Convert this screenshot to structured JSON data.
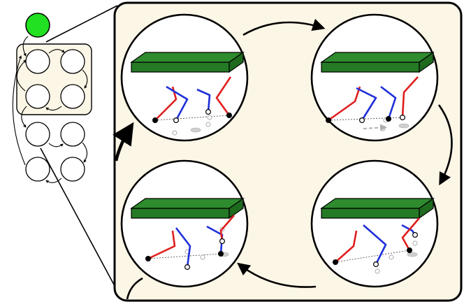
{
  "colors": {
    "start_node": "#22e022",
    "panel_fill": "#fcf6e6",
    "panel_stroke": "#000000",
    "body_top": "#2e8b2e",
    "body_side": "#1e6b1e",
    "body_front": "#257a25",
    "leg_red": "#e01e1e",
    "leg_blue": "#1f2fd8",
    "ghost": "#b8b8b8",
    "ink": "#000000"
  },
  "diagram": {
    "start_node": "green-start-state",
    "state_groups": [
      {
        "name": "highlighted-state-group",
        "count": 4
      },
      {
        "name": "lower-state-group",
        "count": 4
      }
    ],
    "zoom_panel": "gait-cycle-detail",
    "frames": [
      {
        "name": "gait-frame-1",
        "pose": "stance-lift-right"
      },
      {
        "name": "gait-frame-2",
        "pose": "shift-forward"
      },
      {
        "name": "gait-frame-3",
        "pose": "lift-right-rear"
      },
      {
        "name": "gait-frame-4",
        "pose": "lift-left-middle"
      }
    ]
  }
}
